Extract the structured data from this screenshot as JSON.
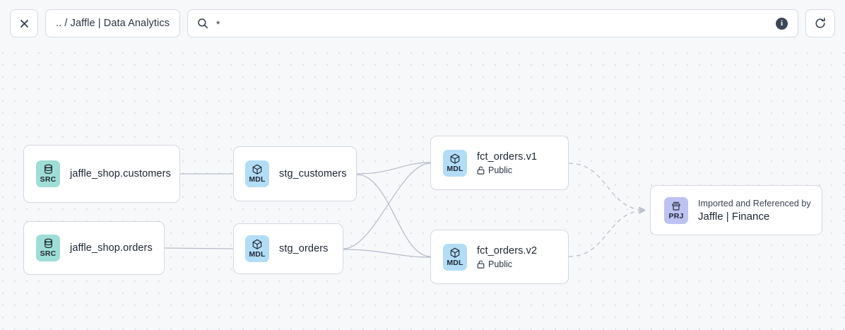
{
  "toolbar": {
    "close_icon": "close-icon",
    "breadcrumb": ".. / Jaffle | Data Analytics",
    "search": {
      "icon": "search-icon",
      "value": "*",
      "placeholder": "Search",
      "info_icon": "info-icon",
      "info_label": "i"
    },
    "refresh_icon": "refresh-icon"
  },
  "colors": {
    "canvas_bg": "#f7f8fa",
    "grid_dot": "#d8dce4",
    "node_border": "#d4d8e0",
    "badge_src": "#9fded6",
    "badge_mdl": "#b3ddf7",
    "badge_prj": "#bdc2f2",
    "edge_solid": "#b5bbc6",
    "edge_dashed": "#b9bfc9",
    "text": "#1d2533"
  },
  "graph": {
    "nodes": [
      {
        "id": "src-customers",
        "badge": "SRC",
        "badge_icon": "database-icon",
        "title": "jaffle_shop.customers"
      },
      {
        "id": "src-orders",
        "badge": "SRC",
        "badge_icon": "database-icon",
        "title": "jaffle_shop.orders"
      },
      {
        "id": "mdl-stg-customers",
        "badge": "MDL",
        "badge_icon": "cube-icon",
        "title": "stg_customers"
      },
      {
        "id": "mdl-stg-orders",
        "badge": "MDL",
        "badge_icon": "cube-icon",
        "title": "stg_orders"
      },
      {
        "id": "mdl-fct-orders-v1",
        "badge": "MDL",
        "badge_icon": "cube-icon",
        "title": "fct_orders.v1",
        "access_icon": "unlock-icon",
        "access": "Public"
      },
      {
        "id": "mdl-fct-orders-v2",
        "badge": "MDL",
        "badge_icon": "cube-icon",
        "title": "fct_orders.v2",
        "access_icon": "unlock-icon",
        "access": "Public"
      },
      {
        "id": "prj-jaffle-finance",
        "badge": "PRJ",
        "badge_icon": "project-icon",
        "kicker": "Imported and Referenced by",
        "title": "Jaffle | Finance"
      }
    ],
    "edges": [
      {
        "from": "src-customers",
        "to": "mdl-stg-customers",
        "style": "solid"
      },
      {
        "from": "src-orders",
        "to": "mdl-stg-orders",
        "style": "solid"
      },
      {
        "from": "mdl-stg-customers",
        "to": "mdl-fct-orders-v1",
        "style": "solid"
      },
      {
        "from": "mdl-stg-customers",
        "to": "mdl-fct-orders-v2",
        "style": "solid"
      },
      {
        "from": "mdl-stg-orders",
        "to": "mdl-fct-orders-v1",
        "style": "solid"
      },
      {
        "from": "mdl-stg-orders",
        "to": "mdl-fct-orders-v2",
        "style": "solid"
      },
      {
        "from": "mdl-fct-orders-v1",
        "to": "prj-jaffle-finance",
        "style": "dashed"
      },
      {
        "from": "mdl-fct-orders-v2",
        "to": "prj-jaffle-finance",
        "style": "dashed"
      }
    ]
  }
}
